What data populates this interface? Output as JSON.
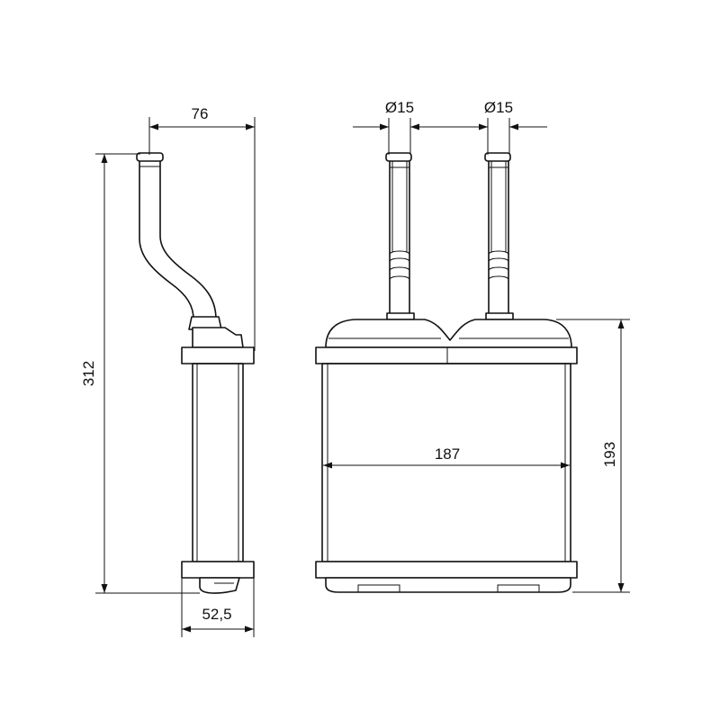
{
  "dimensions": {
    "side_depth_top": "76",
    "overall_height": "312",
    "side_depth_bottom": "52,5",
    "pipe_diameter_left": "Ø15",
    "pipe_diameter_right": "Ø15",
    "core_width": "187",
    "core_height": "193"
  },
  "colors": {
    "line": "#111111",
    "background": "#ffffff"
  }
}
